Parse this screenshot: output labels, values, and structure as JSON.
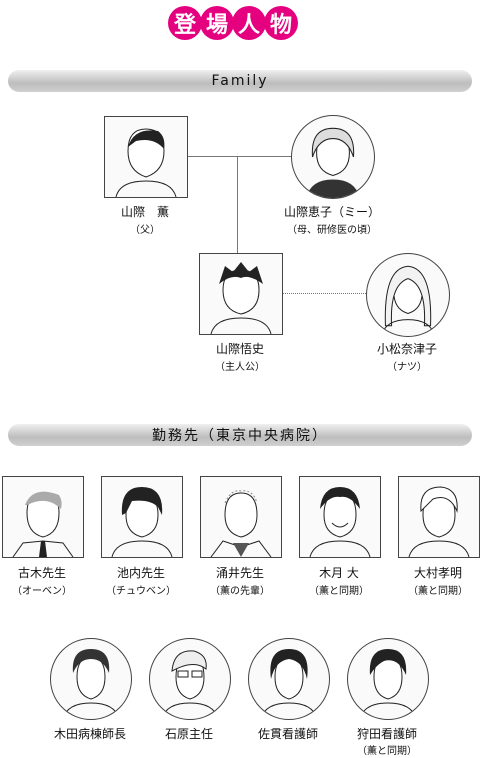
{
  "page_title": [
    "登",
    "場",
    "人",
    "物"
  ],
  "sections": {
    "family": "Family",
    "workplace": "勤務先（東京中央病院）"
  },
  "family": [
    {
      "name": "山際　薫",
      "note": "（父）"
    },
    {
      "name": "山際恵子（ミー）",
      "note": "（母、研修医の頃）"
    },
    {
      "name": "山際悟史",
      "note": "（主人公）"
    },
    {
      "name": "小松奈津子",
      "note": "（ナツ）"
    }
  ],
  "staff_row1": [
    {
      "name": "古木先生",
      "note": "（オーベン）"
    },
    {
      "name": "池内先生",
      "note": "（チュウベン）"
    },
    {
      "name": "涌井先生",
      "note": "（薫の先輩）"
    },
    {
      "name": "木月 大",
      "note": "（薫と同期）"
    },
    {
      "name": "大村孝明",
      "note": "（薫と同期）"
    }
  ],
  "staff_row2": [
    {
      "name": "木田病棟師長",
      "note": ""
    },
    {
      "name": "石原主任",
      "note": ""
    },
    {
      "name": "佐貫看護師",
      "note": ""
    },
    {
      "name": "狩田看護師",
      "note": "（薫と同期）"
    }
  ]
}
